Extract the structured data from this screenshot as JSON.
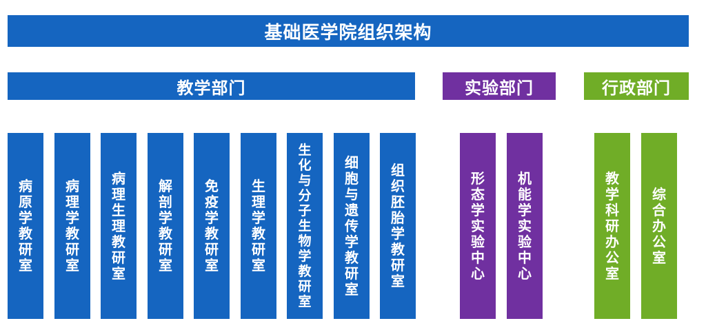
{
  "title": "基础医学院组织架构",
  "colors": {
    "teaching": "#1565c0",
    "lab": "#7030a0",
    "admin": "#70ad27"
  },
  "departments": {
    "teaching": {
      "label": "教学部门",
      "units": [
        "病原学教研室",
        "病理学教研室",
        "病理生理教研室",
        "解剖学教研室",
        "免疫学教研室",
        "生理学教研室",
        "生化与分子生物学教研室",
        "细胞与遗传学教研室",
        "组织胚胎学教研室"
      ]
    },
    "lab": {
      "label": "实验部门",
      "units": [
        "形态学实验中心",
        "机能学实验中心"
      ]
    },
    "admin": {
      "label": "行政部门",
      "units": [
        "教学科研办公室",
        "综合办公室"
      ]
    }
  }
}
